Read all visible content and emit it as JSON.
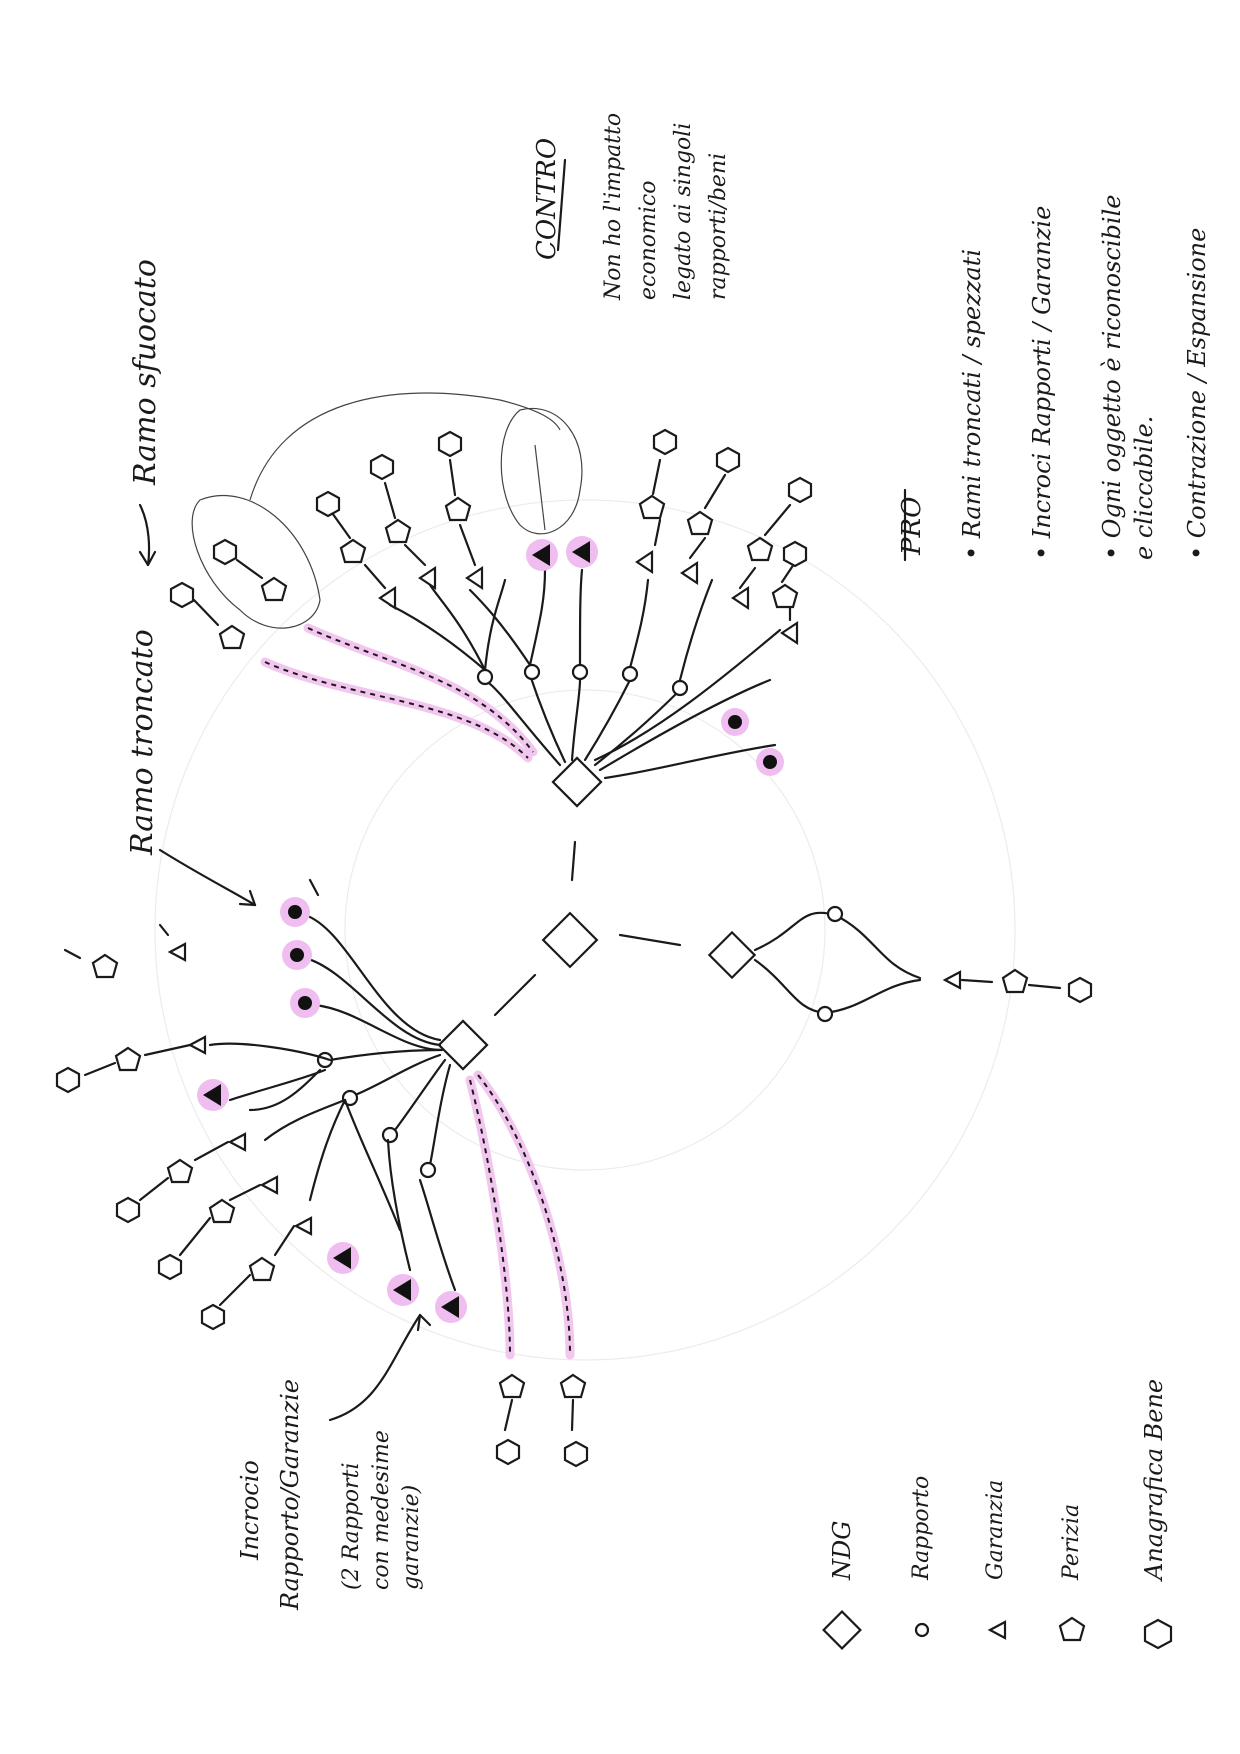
{
  "labels": {
    "ramo_sfuocato": "Ramo sfuocato",
    "ramo_troncato": "Ramo troncato",
    "incrocio_line1": "Incrocio",
    "incrocio_line2": "Rapporto/Garanzie",
    "incrocio_note1": "(2 Rapporti",
    "incrocio_note2": "con medesime",
    "incrocio_note3": "garanzie)"
  },
  "contro": {
    "title": "CONTRO",
    "lines": [
      "Non ho l'impatto",
      "economico",
      "legato ai singoli",
      "rapporti/beni"
    ]
  },
  "pro": {
    "title": "PRO",
    "items": [
      "• Rami troncati / spezzati",
      "• Incroci Rapporti / Garanzie",
      "• Ogni oggetto è riconoscibile",
      "  e cliccabile.",
      "• Contrazione / Espansione"
    ]
  },
  "legend": [
    {
      "shape": "diamond-icon",
      "label": "NDG"
    },
    {
      "shape": "circle-icon",
      "label": "Rapporto"
    },
    {
      "shape": "triangle-icon",
      "label": "Garanzia"
    },
    {
      "shape": "pentagon-icon",
      "label": "Perizia"
    },
    {
      "shape": "hexagon-icon",
      "label": "Anagrafica Bene"
    }
  ],
  "colors": {
    "ink": "#1a1a1a",
    "highlight": "#f0bdf0",
    "paper": "#ffffff"
  }
}
